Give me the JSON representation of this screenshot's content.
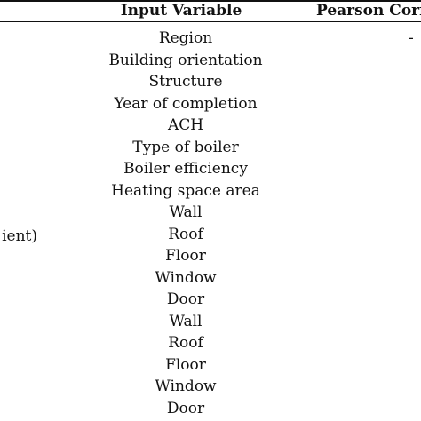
{
  "table": {
    "headers": {
      "input_variable": "Input Variable",
      "pearson": "Pearson Corr"
    },
    "group_label": "ient)",
    "rows": [
      "Region",
      "Building orientation",
      "Structure",
      "Year of completion",
      "ACH",
      "Type of boiler",
      "Boiler efficiency",
      "Heating space area",
      "Wall",
      "Roof",
      "Floor",
      "Window",
      "Door",
      "Wall",
      "Roof",
      "Floor",
      "Window",
      "Door"
    ],
    "pearson_cells": [
      "-",
      "",
      "",
      "",
      "",
      "",
      "",
      "",
      "",
      "",
      "",
      "",
      "",
      "",
      "",
      "",
      "",
      ""
    ]
  }
}
